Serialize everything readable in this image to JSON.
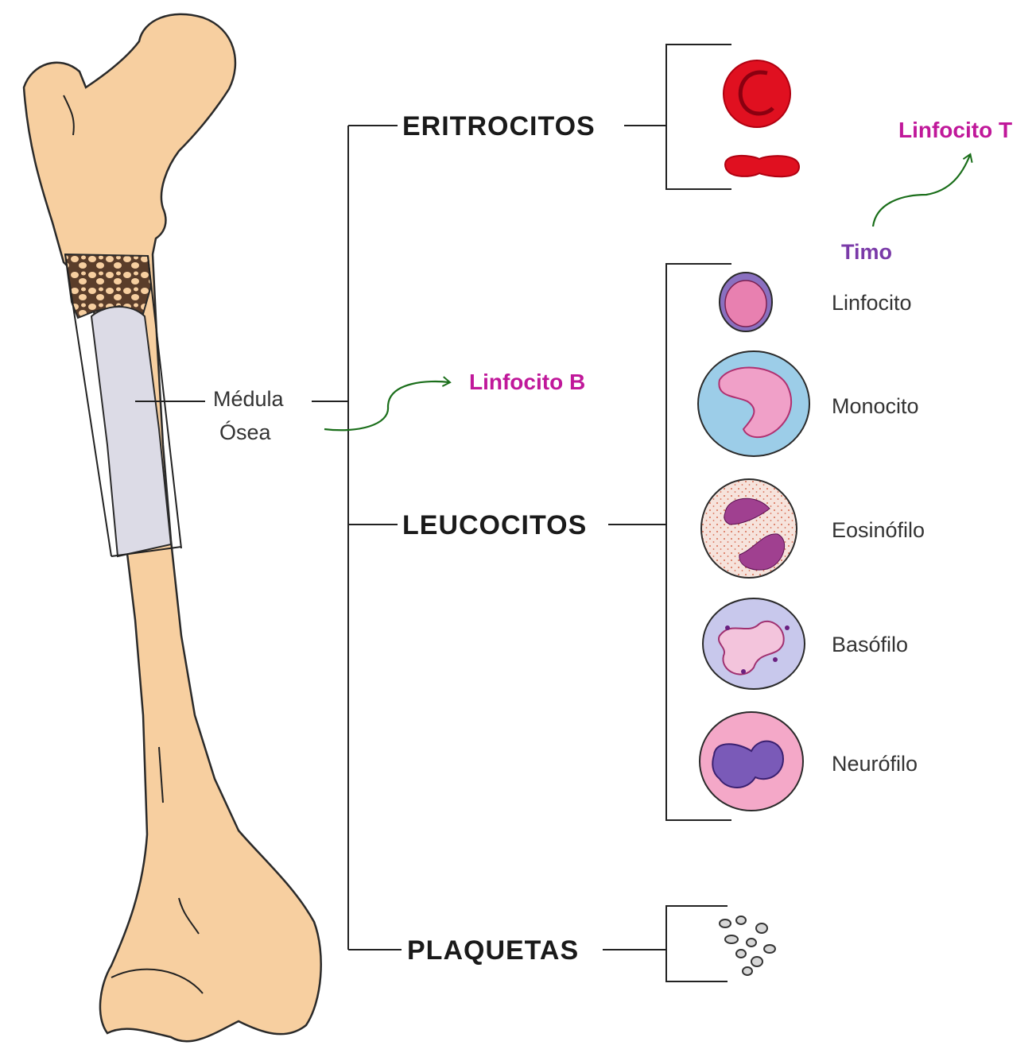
{
  "diagram": {
    "marrow_label_line1": "Médula",
    "marrow_label_line2": "Ósea",
    "categories": {
      "erythrocytes": "ERITROCITOS",
      "leukocytes": "LEUCOCITOS",
      "platelets": "PLAQUETAS"
    },
    "leukocyte_types": [
      "Linfocito",
      "Monocito",
      "Eosinófilo",
      "Basófilo",
      "Neurófilo"
    ],
    "annotations": {
      "b_lymphocyte": "Linfocito B",
      "thymus": "Timo",
      "t_lymphocyte": "Linfocito T"
    },
    "colors": {
      "bone": "#f7cfa0",
      "marrow": "#dcdbe6",
      "red_cell": "#e01020",
      "annotation_pink": "#c0189a",
      "annotation_purple": "#7a3aa8",
      "arrow_green": "#1a6e1a"
    }
  }
}
